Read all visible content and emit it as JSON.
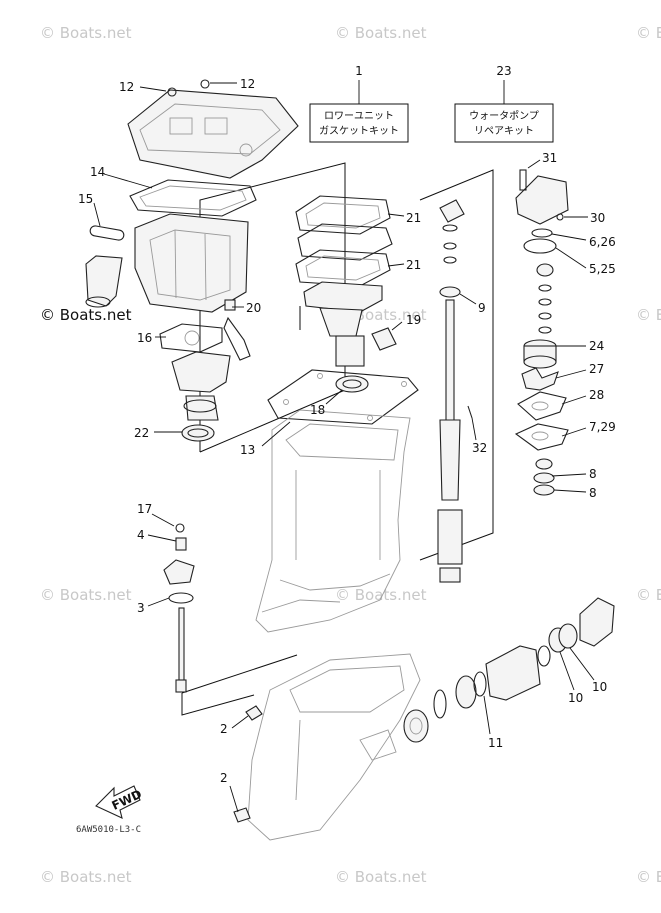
{
  "watermark": {
    "text": "© Boats.net"
  },
  "kits": [
    {
      "ref": "1",
      "line1": "ロワーユニット",
      "line2": "ガスケットキット"
    },
    {
      "ref": "23",
      "line1": "ウォータポンプ",
      "line2": "リペアキット"
    }
  ],
  "callouts": {
    "c12a": "12",
    "c12b": "12",
    "c14": "14",
    "c15": "15",
    "c16": "16",
    "c20": "20",
    "c22": "22",
    "c21a": "21",
    "c21b": "21",
    "c19": "19",
    "c18": "18",
    "c13": "13",
    "c9": "9",
    "c32": "32",
    "c31": "31",
    "c30": "30",
    "c626": "6,26",
    "c525": "5,25",
    "c24": "24",
    "c27": "27",
    "c28": "28",
    "c729": "7,29",
    "c8a": "8",
    "c8b": "8",
    "c17": "17",
    "c4": "4",
    "c3": "3",
    "c2a": "2",
    "c2b": "2",
    "c10a": "10",
    "c10b": "10",
    "c11": "11"
  },
  "fwd_label": "FWD",
  "diagram_code": "6AW5010-L3-C"
}
